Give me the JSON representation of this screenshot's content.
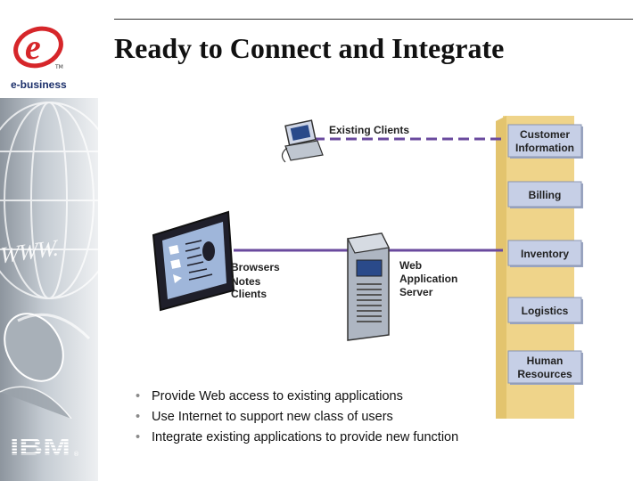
{
  "slide": {
    "title": "Ready to Connect and Integrate",
    "brand_label": "e-business",
    "brand_trademark": "TM",
    "www_text": "WWW.",
    "ibm_text": "IBM",
    "ibm_registered": "®"
  },
  "diagram": {
    "existing_clients_label": "Existing Clients",
    "browsers_label": "Browsers",
    "notes_label": "Notes",
    "clients_label": "Clients",
    "server_label_line1": "Web",
    "server_label_line2": "Application",
    "server_label_line3": "Server",
    "apps": [
      {
        "line1": "Customer",
        "line2": "Information"
      },
      {
        "line1": "Billing",
        "line2": ""
      },
      {
        "line1": "Inventory",
        "line2": ""
      },
      {
        "line1": "Logistics",
        "line2": ""
      },
      {
        "line1": "Human",
        "line2": "Resources"
      }
    ]
  },
  "bullets": [
    "Provide Web access to existing applications",
    "Use Internet to support new class of users",
    "Integrate existing applications to provide new function"
  ],
  "colors": {
    "connector_line": "#6a4a9e",
    "app_column": "#efd48a",
    "app_box": "#c6cfe6",
    "title_text": "#111111",
    "brand_blue": "#1b2f6a",
    "logo_red": "#d6262a"
  }
}
